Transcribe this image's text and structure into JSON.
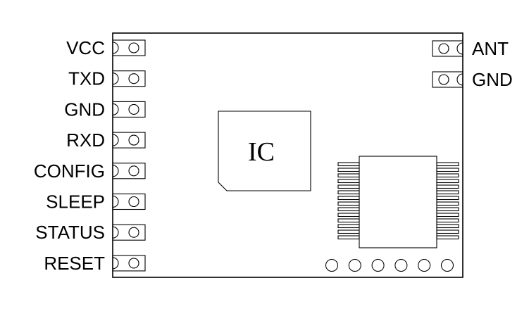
{
  "diagram": {
    "left_pins": [
      "VCC",
      "TXD",
      "GND",
      "RXD",
      "CONFIG",
      "SLEEP",
      "STATUS",
      "RESET"
    ],
    "right_pins": [
      "ANT",
      "GND"
    ],
    "ic_label": "IC"
  }
}
